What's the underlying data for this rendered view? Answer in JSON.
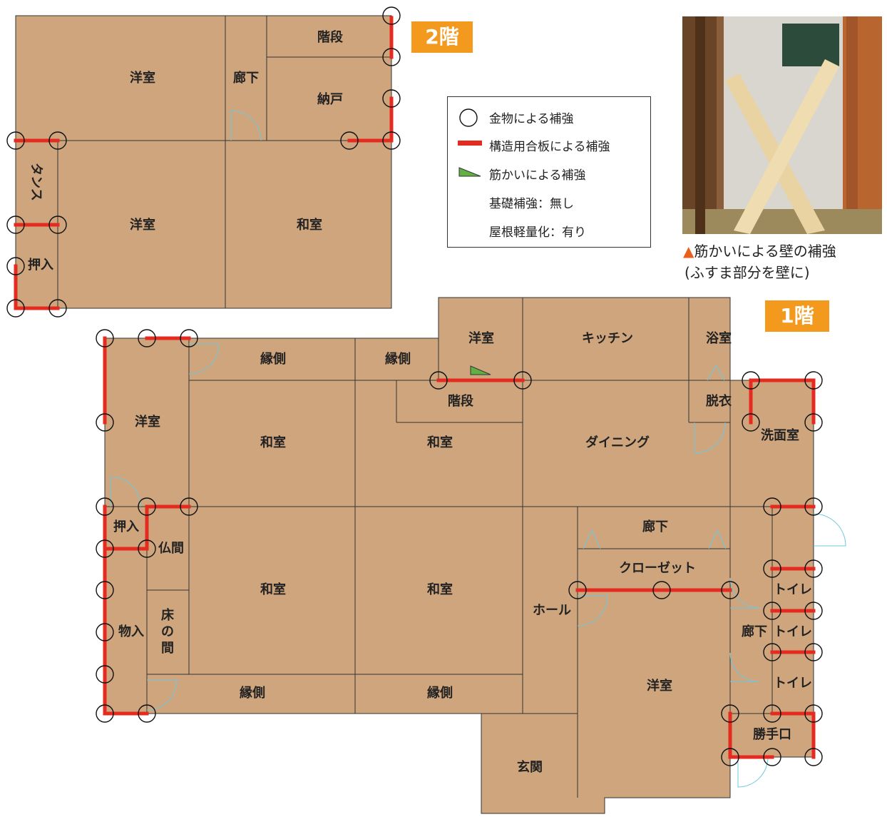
{
  "floor2": {
    "label": "2階",
    "rooms": {
      "yoshitsu_top": "洋室",
      "roka": "廊下",
      "kaidan": "階段",
      "nando": "納戸",
      "tansu": "タンス",
      "yoshitsu_mid": "洋室",
      "washitsu": "和室",
      "oshiire": "押入"
    }
  },
  "floor1": {
    "label": "1階",
    "rooms": {
      "yoshitsu_top": "洋室",
      "kitchen": "キッチン",
      "yokushitsu": "浴室",
      "engawa_a": "縁側",
      "engawa_b": "縁側",
      "kaidan": "階段",
      "datsui": "脱衣",
      "senmenjo": "洗面室",
      "yoshitsu_left": "洋室",
      "washitsu_a": "和室",
      "washitsu_b": "和室",
      "dining": "ダイニング",
      "oshiire": "押入",
      "butsuma": "仏間",
      "roka_mid": "廊下",
      "closet": "クローゼット",
      "washitsu_c": "和室",
      "washitsu_d": "和室",
      "hall": "ホール",
      "toilet_1": "トイレ",
      "toilet_2": "トイレ",
      "toilet_3": "トイレ",
      "roka_right": "廊下",
      "monoire": "物入",
      "tokonoma": "床の間",
      "engawa_c": "縁側",
      "engawa_d": "縁側",
      "yoshitsu_br": "洋室",
      "katteguchi": "勝手口",
      "genkan": "玄関"
    }
  },
  "legend": {
    "hardware": "金物による補強",
    "plywood": "構造用合板による補強",
    "brace": "筋かいによる補強",
    "foundation": "基礎補強：無し",
    "roof": "屋根軽量化：有り"
  },
  "photo_caption": {
    "line1": "筋かいによる壁の補強",
    "line2": "(ふすま部分を壁に)"
  },
  "colors": {
    "room_fill": "#cfa57d",
    "wall_line": "#333333",
    "plywood_red": "#e52b20",
    "brace_green": "#62b043",
    "badge_orange": "#f39a1e",
    "door_cyan": "#6fc8e0"
  }
}
